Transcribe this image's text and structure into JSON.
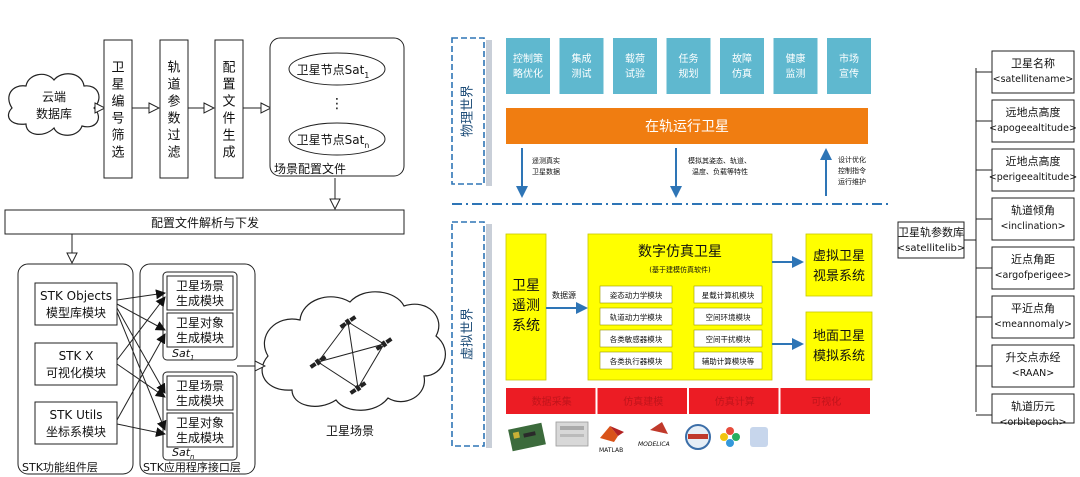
{
  "left": {
    "cloud_db": [
      "云端",
      "数据库"
    ],
    "filter_boxes": [
      "卫星编号筛选",
      "轨道参数过滤",
      "配置文件生成"
    ],
    "sat_node_prefix": "卫星节点Sat",
    "sat_node_subs": [
      "1",
      "n"
    ],
    "ellipsis": "⋮",
    "scene_file_label": "场景配置文件",
    "parse_bar": "配置文件解析与下发",
    "stk_modules": [
      [
        "STK Objects",
        "模型库模块"
      ],
      [
        "STK X",
        "可视化模块"
      ],
      [
        "STK Utils",
        "坐标系模块"
      ]
    ],
    "gen_modules": [
      [
        "卫星场景",
        "生成模块"
      ],
      [
        "卫星对象",
        "生成模块"
      ]
    ],
    "group_sat_prefix": "Sat",
    "group_sat_subs": [
      "1",
      "n"
    ],
    "layer_labels": [
      "STK功能组件层",
      "STK应用程序接口层"
    ],
    "scene_label": "卫星场景"
  },
  "middle": {
    "physical_world": "物理世界",
    "virtual_world": "虚拟世界",
    "top_boxes": [
      [
        "控制策",
        "略优化"
      ],
      [
        "集成",
        "测试"
      ],
      [
        "载荷",
        "试验"
      ],
      [
        "任务",
        "规划"
      ],
      [
        "故障",
        "仿真"
      ],
      [
        "健康",
        "监测"
      ],
      [
        "市场",
        "宣传"
      ]
    ],
    "orbit_sat": "在轨运行卫星",
    "notes": [
      [
        "遥测真实",
        "卫星数据"
      ],
      [
        "模拟其姿态、轨道、",
        "温度、负载等特性"
      ],
      [
        "设计优化",
        "控制指令",
        "运行维护"
      ]
    ],
    "telemetry": [
      "卫星",
      "遥测",
      "系统"
    ],
    "data_source": "数据源",
    "digital_title": "数字仿真卫星",
    "digital_sub": "(基于建模仿真软件)",
    "modules_left": [
      "姿态动力学模块",
      "轨道动力学模块",
      "各类敏感器模块",
      "各类执行器模块"
    ],
    "modules_right": [
      "星载计算机模块",
      "空间环境模块",
      "空间干扰模块",
      "辅助计算模块等"
    ],
    "virtual_view": [
      "虚拟卫星",
      "视景系统"
    ],
    "ground_sim": [
      "地面卫星",
      "模拟系统"
    ],
    "red_bar": [
      "数据采集",
      "仿真建模",
      "仿真计算",
      "可视化"
    ],
    "logos": [
      "MATLAB",
      "MODELICA"
    ]
  },
  "right": {
    "root": [
      "卫星轨参数库",
      "<satellitelib>"
    ],
    "params": [
      [
        "卫星名称",
        "<satellitename>"
      ],
      [
        "远地点高度",
        "<apogeealtitude>"
      ],
      [
        "近地点高度",
        "<perigeealtitude>"
      ],
      [
        "轨道倾角",
        "<inclination>"
      ],
      [
        "近点角距",
        "<argofperigee>"
      ],
      [
        "平近点角",
        "<meannomaly>"
      ],
      [
        "升交点赤经",
        "<RAAN>"
      ],
      [
        "轨道历元",
        "<orbitepoch>"
      ]
    ]
  },
  "colors": {
    "teal": "#5fb8cf",
    "orange": "#f07d11",
    "yellow": "#ffff00",
    "red": "#ec1c24",
    "arrow_blue": "#2e75b6",
    "dash_blue": "#2e75b6"
  }
}
